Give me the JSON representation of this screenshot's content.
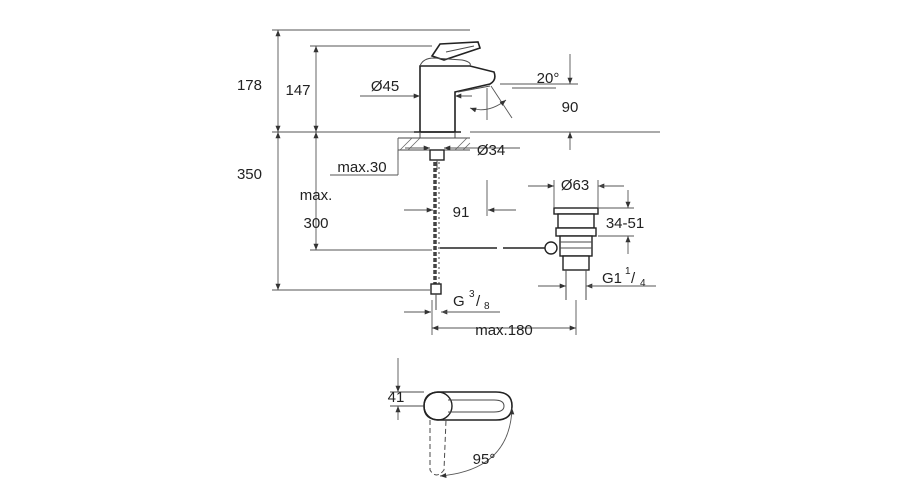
{
  "dimensions": {
    "d178": "178",
    "d147": "147",
    "d45": "Ø45",
    "d20": "20°",
    "d90": "90",
    "d34": "Ø34",
    "d350": "350",
    "dmax30": "max.30",
    "dmax": "max.",
    "d300": "300",
    "d91": "91",
    "d63": "Ø63",
    "d3451": "34-51",
    "g1_main": "G1",
    "g1_sup": "1",
    "g1_sub": "4",
    "g38_main": "G",
    "g38_sup": "3",
    "g38_sub": "8",
    "dmax180": "max.180",
    "d41": "41",
    "d95": "95°"
  },
  "colors": {
    "line": "#4a4a4a",
    "text": "#222222",
    "background": "#ffffff"
  }
}
